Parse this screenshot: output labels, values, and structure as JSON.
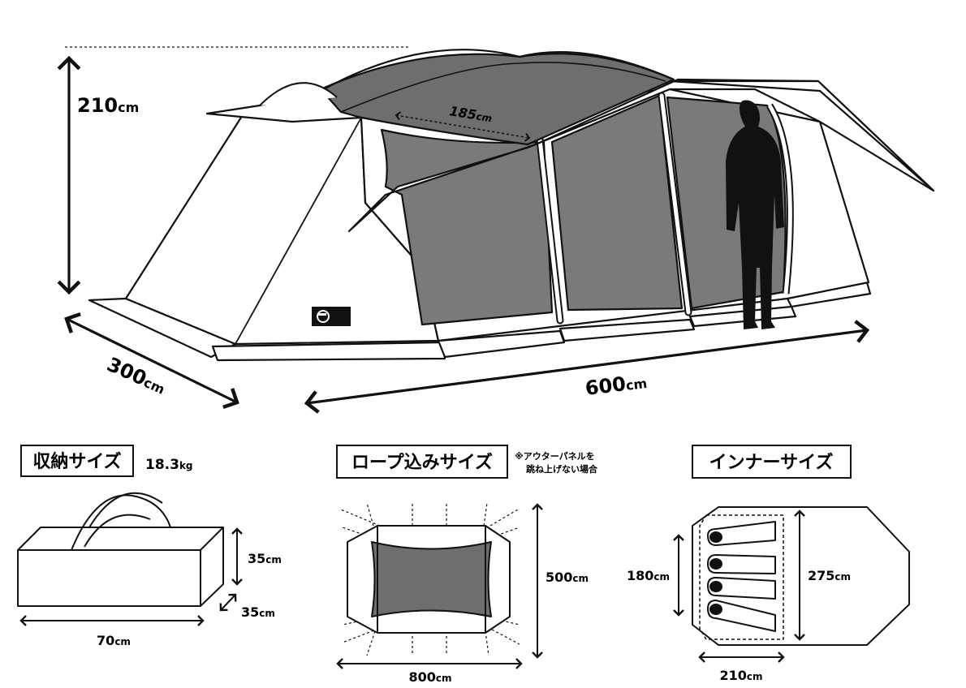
{
  "main": {
    "height": {
      "value": "210",
      "unit": "cm"
    },
    "width": {
      "value": "300",
      "unit": "cm"
    },
    "length": {
      "value": "600",
      "unit": "cm"
    },
    "headroom": {
      "value": "185",
      "unit": "cm"
    }
  },
  "storage": {
    "title": "収納サイズ",
    "weight": {
      "value": "18.3",
      "unit": "kg"
    },
    "height": {
      "value": "35",
      "unit": "cm"
    },
    "depth": {
      "value": "35",
      "unit": "cm"
    },
    "width": {
      "value": "70",
      "unit": "cm"
    }
  },
  "rope": {
    "title": "ロープ込みサイズ",
    "note_line1": "※アウターパネルを",
    "note_line2": "跳ね上げない場合",
    "height": {
      "value": "500",
      "unit": "cm"
    },
    "width": {
      "value": "800",
      "unit": "cm"
    }
  },
  "inner": {
    "title": "インナーサイズ",
    "side": {
      "value": "180",
      "unit": "cm"
    },
    "depth": {
      "value": "275",
      "unit": "cm"
    },
    "width": {
      "value": "210",
      "unit": "cm"
    }
  }
}
